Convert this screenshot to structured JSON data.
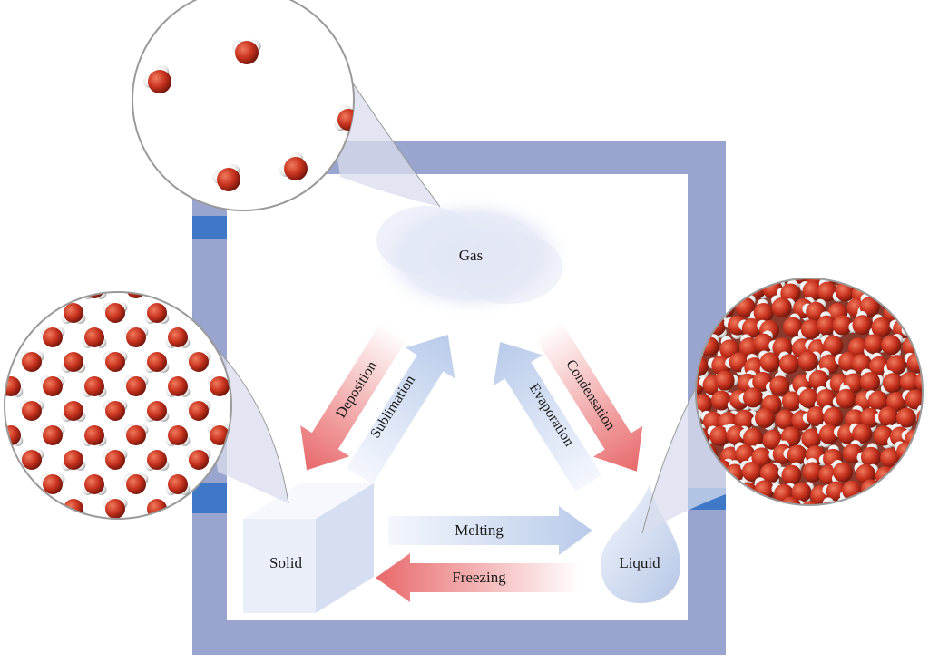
{
  "states": {
    "gas": "Gas",
    "solid": "Solid",
    "liquid": "Liquid"
  },
  "transitions": {
    "deposition": "Deposition",
    "sublimation": "Sublimation",
    "evaporation": "Evaporation",
    "condensation": "Condensation",
    "melting": "Melting",
    "freezing": "Freezing"
  },
  "colors": {
    "frame": "#9aa5cf",
    "frame_accent": "#3f78c6",
    "warm_arrow": "#e8686a",
    "cool_arrow": "#c8d6ef",
    "oxygen": "#c8321e",
    "hydrogen": "#f2f2f2"
  }
}
